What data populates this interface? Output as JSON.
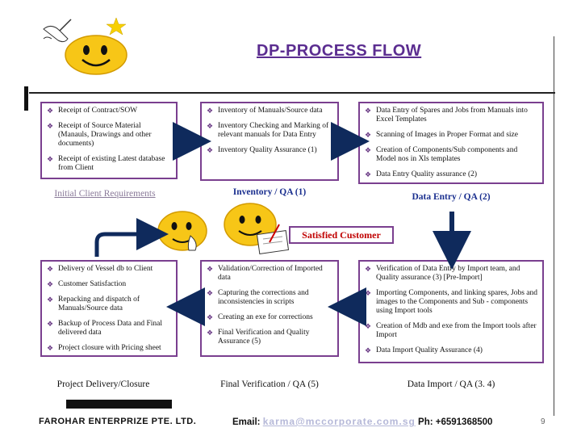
{
  "title": "DP-PROCESS FLOW",
  "top_row": [
    {
      "items": [
        "Receipt of Contract/SOW",
        "Receipt of Source Material (Manauls, Drawings and other documents)",
        "Receipt of existing Latest database from Client"
      ],
      "label": "Initial Client Requirements"
    },
    {
      "items": [
        "Inventory of Manuals/Source data",
        "Inventory Checking and Marking of relevant manuals for Data Entry",
        "Inventory Quality Assurance (1)"
      ],
      "label": "Inventory / QA (1)"
    },
    {
      "items": [
        "Data Entry of Spares and Jobs from Manuals into Excel Templates",
        "Scanning of Images in Proper Format and size",
        "Creation of Components/Sub components and Model nos in Xls templates",
        "Data Entry Quality assurance (2)"
      ],
      "label": "Data Entry / QA (2)"
    }
  ],
  "middle_label": "Satisfied Customer",
  "bottom_row": [
    {
      "items": [
        "Delivery of Vessel db to Client",
        "Customer Satisfaction",
        "Repacking and dispatch of Manuals/Source data",
        "Backup of Process Data and Final delivered data",
        "Project closure with Pricing sheet"
      ],
      "label": "Project Delivery/Closure"
    },
    {
      "items": [
        "Validation/Correction of Imported data",
        "Capturing the corrections and inconsistencies in scripts",
        "Creating an exe for corrections",
        "Final Verification and Quality Assurance (5)"
      ],
      "label": "Final Verification / QA (5)"
    },
    {
      "items": [
        "Verification of Data Entry by Import team, and Quality assurance (3) [Pre-Import]",
        "Importing Components, and linking spares, Jobs and images to the Components and Sub - components using Import tools",
        "Creation of Mdb and exe from the Import tools after Import",
        "Data Import Quality Assurance (4)"
      ],
      "label": "Data Import / QA (3. 4)"
    }
  ],
  "footer": {
    "company": "FAROHAR ENTERPRIZE PTE. LTD.",
    "email_label": "Email:",
    "email": "karma@mccorporate.com.sg",
    "phone": "Ph: +6591368500",
    "page": "9"
  },
  "colors": {
    "title": "#5b2d90",
    "box_border": "#7a3f8f",
    "arrow": "#0f2a5c",
    "satisfied_text": "#c00000"
  }
}
